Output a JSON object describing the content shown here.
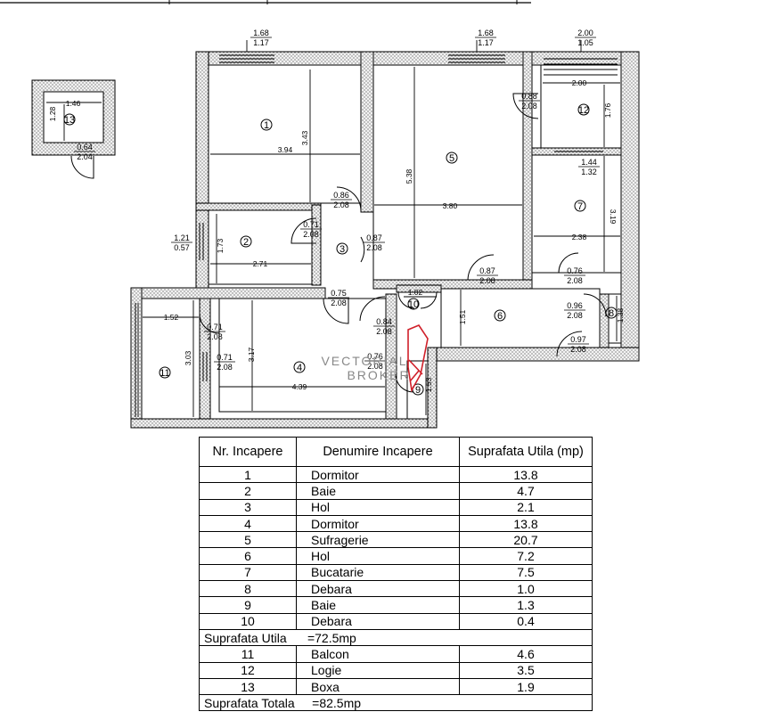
{
  "plan": {
    "room_numbers": [
      "1",
      "2",
      "3",
      "4",
      "5",
      "6",
      "7",
      "8",
      "9",
      "10",
      "11",
      "12",
      "13"
    ],
    "dimensions": {
      "room1_width": "3.94",
      "room1_height": "3.43",
      "room2_width": "2.71",
      "room2_height": "1.73",
      "room4_width": "4.39",
      "room4_height": "3.17",
      "room5_width": "3.80",
      "room5_height": "5.38",
      "room6_height": "1.51",
      "room7_width": "2.38",
      "room7_height": "3.19",
      "room8_height": "1.38",
      "room9_height": "1.53",
      "room10_width": "1.02",
      "room11_width": "1.52",
      "room11_height": "3.03",
      "room12_width": "2.00",
      "room12_height": "1.76",
      "room13_width": "1.46",
      "room13_height": "1.28"
    },
    "openings": [
      {
        "top": "1.68",
        "bottom": "1.17"
      },
      {
        "top": "1.68",
        "bottom": "1.17"
      },
      {
        "top": "2.00",
        "bottom": "1.05"
      },
      {
        "top": "0.88",
        "bottom": "2.08"
      },
      {
        "top": "1.44",
        "bottom": "1.32"
      },
      {
        "top": "0.86",
        "bottom": "2.08"
      },
      {
        "top": "0.71",
        "bottom": "2.08"
      },
      {
        "top": "0.87",
        "bottom": "2.08"
      },
      {
        "top": "1.21",
        "bottom": "0.57"
      },
      {
        "top": "0.87",
        "bottom": "2.08"
      },
      {
        "top": "0.76",
        "bottom": "2.08"
      },
      {
        "top": "0.75",
        "bottom": "2.08"
      },
      {
        "top": "0.96",
        "bottom": "2.08"
      },
      {
        "top": "0.84",
        "bottom": "2.08"
      },
      {
        "top": "0.71",
        "bottom": "2.08"
      },
      {
        "top": "0.71",
        "bottom": "2.08"
      },
      {
        "top": "0.76",
        "bottom": "2.08"
      },
      {
        "top": "0.97",
        "bottom": "2.08"
      },
      {
        "top": "0.64",
        "bottom": "2.04"
      }
    ],
    "watermark": [
      "VECTORIAL",
      "BROKER"
    ]
  },
  "table": {
    "headers": [
      "Nr. Incapere",
      "Denumire Incapere",
      "Suprafata Utila (mp)"
    ],
    "rows": [
      {
        "nr": "1",
        "name": "Dormitor",
        "area": "13.8"
      },
      {
        "nr": "2",
        "name": "Baie",
        "area": "4.7"
      },
      {
        "nr": "3",
        "name": "Hol",
        "area": "2.1"
      },
      {
        "nr": "4",
        "name": "Dormitor",
        "area": "13.8"
      },
      {
        "nr": "5",
        "name": "Sufragerie",
        "area": "20.7"
      },
      {
        "nr": "6",
        "name": "Hol",
        "area": "7.2"
      },
      {
        "nr": "7",
        "name": "Bucatarie",
        "area": "7.5"
      },
      {
        "nr": "8",
        "name": "Debara",
        "area": "1.0"
      },
      {
        "nr": "9",
        "name": "Baie",
        "area": "1.3"
      },
      {
        "nr": "10",
        "name": "Debara",
        "area": "0.4"
      }
    ],
    "subtotal_util": "Suprafata Utila      =72.5mp",
    "rows_extra": [
      {
        "nr": "11",
        "name": "Balcon",
        "area": "4.6"
      },
      {
        "nr": "12",
        "name": "Logie",
        "area": "3.5"
      },
      {
        "nr": "13",
        "name": "Boxa",
        "area": "1.9"
      }
    ],
    "total": "Suprafata Totala     =82.5mp"
  },
  "colors": {
    "wall_fill": "#dcdcdc",
    "line": "#000000",
    "watermark": "#888888",
    "marker": "#d0202a"
  }
}
